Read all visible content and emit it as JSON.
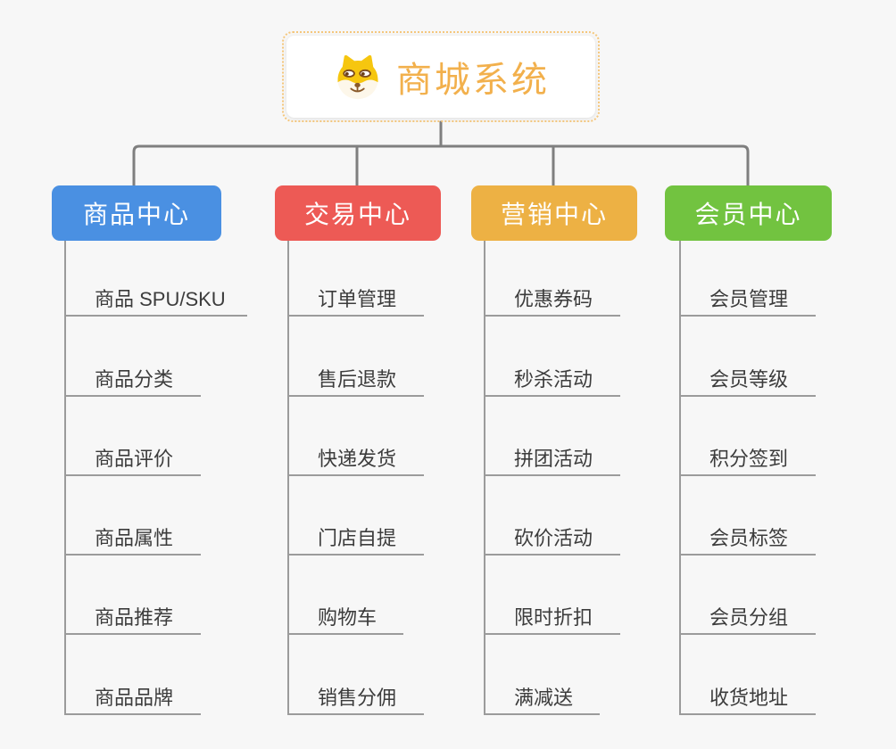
{
  "canvas": {
    "background": "#f7f7f7",
    "connector_color": "#7f7f7f",
    "child_line_color": "#9b9b9b",
    "child_text_color": "#3c3c3c"
  },
  "root": {
    "label": "商城系统",
    "icon": "dog-face-icon",
    "text_color": "#f2b04c",
    "border_color": "#f5c77d"
  },
  "branches": [
    {
      "label": "商品中心",
      "color": "#4a90e2",
      "children": [
        "商品 SPU/SKU",
        "商品分类",
        "商品评价",
        "商品属性",
        "商品推荐",
        "商品品牌"
      ]
    },
    {
      "label": "交易中心",
      "color": "#ed5a55",
      "children": [
        "订单管理",
        "售后退款",
        "快递发货",
        "门店自提",
        "购物车",
        "销售分佣"
      ]
    },
    {
      "label": "营销中心",
      "color": "#edb144",
      "children": [
        "优惠券码",
        "秒杀活动",
        "拼团活动",
        "砍价活动",
        "限时折扣",
        "满减送"
      ]
    },
    {
      "label": "会员中心",
      "color": "#72c340",
      "children": [
        "会员管理",
        "会员等级",
        "积分签到",
        "会员标签",
        "会员分组",
        "收货地址"
      ]
    }
  ]
}
